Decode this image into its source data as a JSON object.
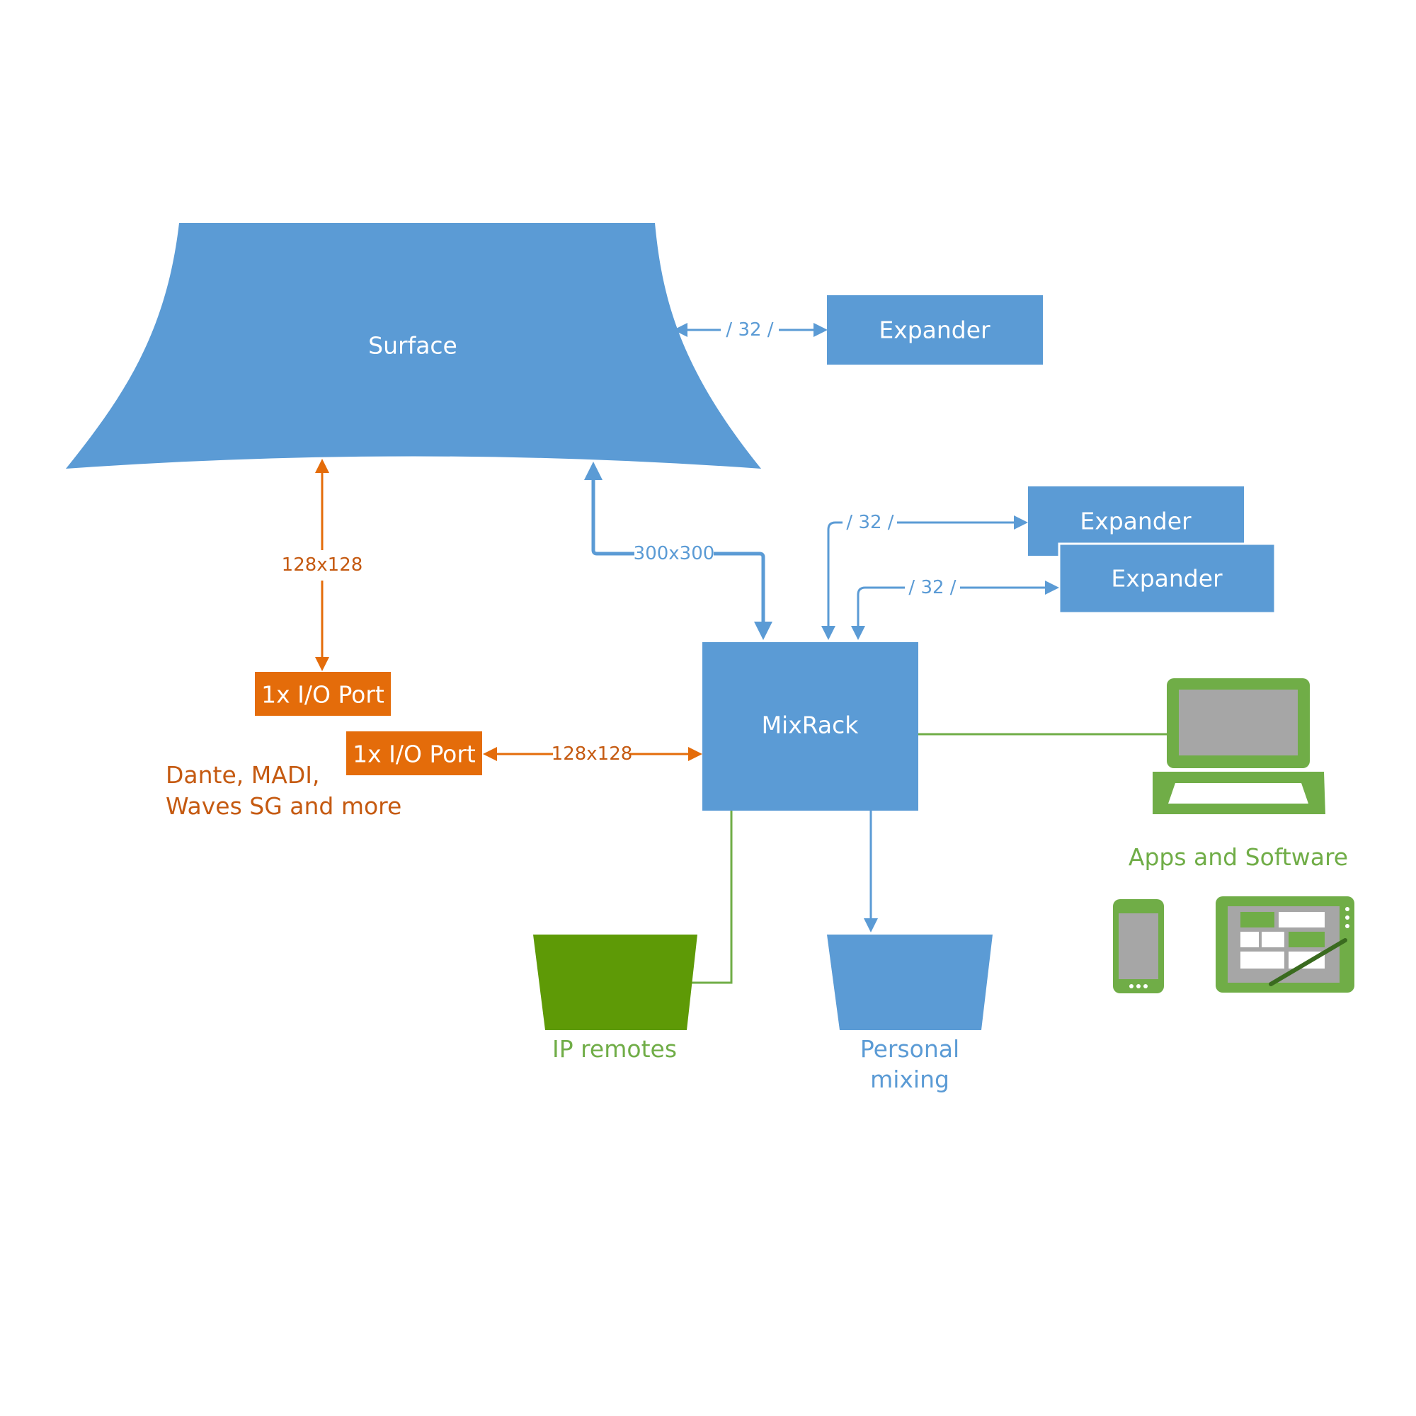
{
  "colors": {
    "blue": "#5b9bd5",
    "orange": "#e46c0a",
    "orange_text": "#c55a11",
    "green": "#70ad47",
    "green_dark": "#5e9a06",
    "grey": "#a6a6a6"
  },
  "nodes": {
    "surface": "Surface",
    "expander_top": "Expander",
    "expander_mid": "Expander",
    "expander_low": "Expander",
    "mixrack": "MixRack",
    "io_port_1": "1x I/O Port",
    "io_port_2": "1x I/O Port"
  },
  "connections": {
    "surface_expander": "/ 32 /",
    "surface_mixrack": "300x300",
    "surface_ioport": "128x128",
    "ioport_mixrack": "128x128",
    "mixrack_expander_a": "/ 32 /",
    "mixrack_expander_b": "/ 32 /"
  },
  "captions": {
    "io_formats_line1": "Dante, MADI,",
    "io_formats_line2": "Waves SG and more",
    "apps": "Apps and Software",
    "ip_remotes": "IP remotes",
    "personal_line1": "Personal",
    "personal_line2": "mixing"
  },
  "icons": [
    "laptop-icon",
    "phone-icon",
    "tablet-icon"
  ]
}
